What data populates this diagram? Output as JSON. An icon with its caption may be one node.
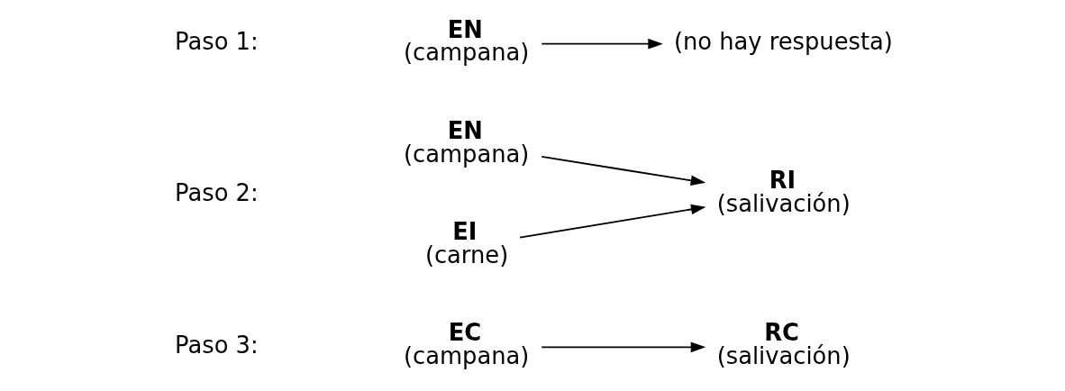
{
  "diagram": {
    "nodes": [
      {
        "text": [
          "EN",
          "(campana)"
        ]
      },
      {
        "text": [
          "(no hay respuesta)"
        ]
      },
      {
        "text": [
          "EN",
          "(campana)"
        ]
      },
      {
        "text": [
          "EI",
          "(carne)"
        ]
      },
      {
        "text": [
          "RI",
          "(salivación)"
        ]
      },
      {
        "text": [
          "EC",
          "(campana)"
        ]
      },
      {
        "text": [
          "RC",
          "(salivación)"
        ]
      }
    ],
    "edges": [
      {
        "from": 0,
        "to": 1,
        "arrow": "to"
      },
      {
        "from": 2,
        "to": 4,
        "arrow": "to"
      },
      {
        "from": 3,
        "to": 4,
        "arrow": "to"
      },
      {
        "from": 5,
        "to": 6,
        "arrow": "to"
      }
    ],
    "labels": [
      "Paso 1:",
      "Paso 2:",
      "Paso 3:"
    ]
  }
}
